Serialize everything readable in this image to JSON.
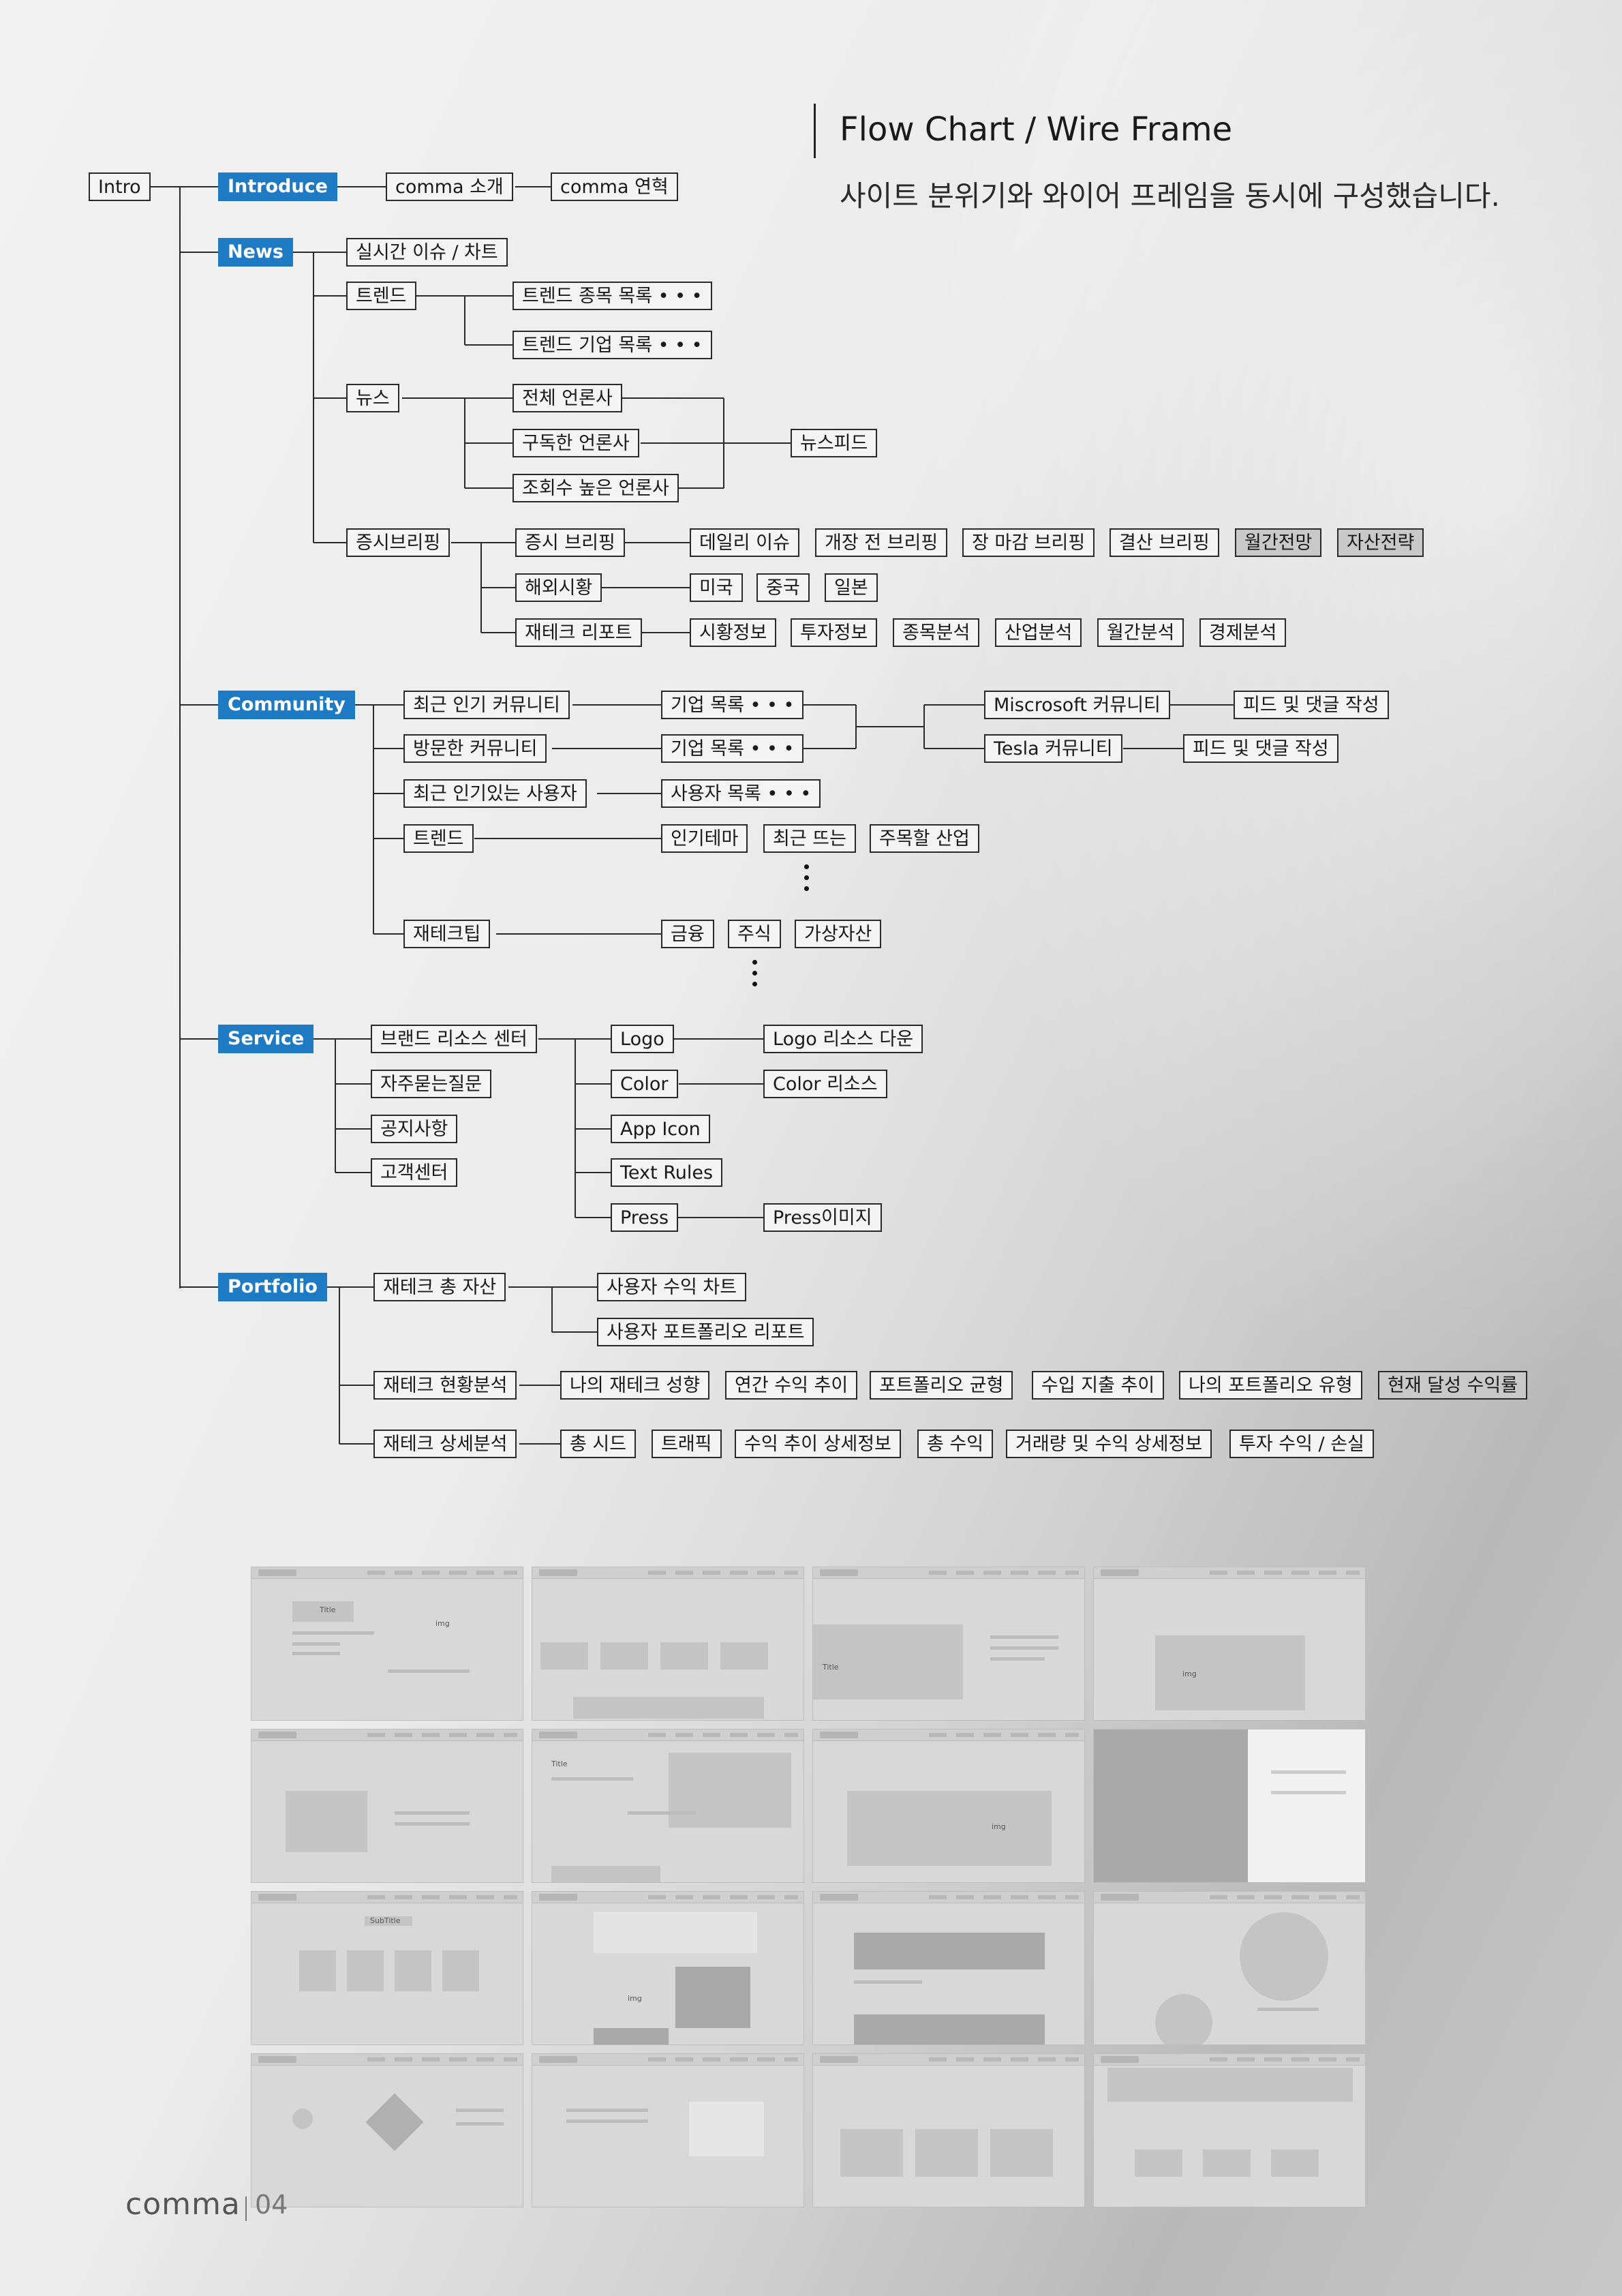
{
  "header": {
    "title": "Flow Chart / Wire Frame",
    "subtitle": "사이트 분위기와 와이어 프레임을 동시에 구성했습니다."
  },
  "flow": {
    "root": "Intro",
    "categories": [
      "Introduce",
      "News",
      "Community",
      "Service",
      "Portfolio"
    ],
    "introduce": [
      "comma 소개",
      "comma 연혁"
    ],
    "news": {
      "l2": [
        "실시간 이슈 / 차트",
        "트렌드",
        "뉴스",
        "증시브리핑"
      ],
      "trend": [
        "트렌드 종목 목록 • • •",
        "트렌드 기업 목록 • • •"
      ],
      "press": [
        "전체 언론사",
        "구독한 언론사",
        "조회수 높은 언론사"
      ],
      "press_feed": "뉴스피드",
      "briefing_l3": [
        "증시 브리핑",
        "해외시황",
        "재테크 리포트"
      ],
      "briefing": [
        "데일리 이슈",
        "개장 전 브리핑",
        "장 마감 브리핑",
        "결산 브리핑",
        "월간전망",
        "자산전략"
      ],
      "overseas": [
        "미국",
        "중국",
        "일본"
      ],
      "report": [
        "시황정보",
        "투자정보",
        "종목분석",
        "산업분석",
        "월간분석",
        "경제분석"
      ]
    },
    "community": {
      "l2": [
        "최근 인기 커뮤니티",
        "방문한 커뮤니티",
        "최근 인기있는 사용자",
        "트렌드",
        "재테크팁"
      ],
      "companies": [
        "기업 목록 • • •",
        "기업 목록 • • •"
      ],
      "users": "사용자 목록 • • •",
      "trend": [
        "인기테마",
        "최근 뜨는",
        "주목할 산업"
      ],
      "tips": [
        "금융",
        "주식",
        "가상자산"
      ],
      "communities": [
        "Miscrosoft 커뮤니티",
        "Tesla 커뮤니티"
      ],
      "feed": [
        "피드 및 댓글 작성",
        "피드 및 댓글 작성"
      ]
    },
    "service": {
      "l2": [
        "브랜드 리소스 센터",
        "자주묻는질문",
        "공지사항",
        "고객센터"
      ],
      "brand": [
        "Logo",
        "Color",
        "App Icon",
        "Text Rules",
        "Press"
      ],
      "brand_res": [
        "Logo 리소스 다운",
        "Color 리소스",
        "Press이미지"
      ]
    },
    "portfolio": {
      "l2": [
        "재테크 총 자산",
        "재테크 현황분석",
        "재테크 상세분석"
      ],
      "assets": [
        "사용자 수익 차트",
        "사용자 포트폴리오 리포트"
      ],
      "status": [
        "나의 재테크 성향",
        "연간 수익 추이",
        "포트폴리오 균형",
        "수입 지출 추이",
        "나의 포트폴리오 유형",
        "현재 달성 수익률"
      ],
      "detail": [
        "총 시드",
        "트래픽",
        "수익 추이 상세정보",
        "총 수익",
        "거래량 및 수익 상세정보",
        "투자 수익 / 손실"
      ]
    }
  },
  "wireframes": {
    "labels": [
      "Title",
      "img",
      "Title",
      "img",
      "Title",
      "img",
      "SubTitle",
      "img"
    ]
  },
  "footer": {
    "brand": "comma",
    "page": "04"
  },
  "colors": {
    "category": "#1f7ac4",
    "line": "#2a2a2a"
  }
}
